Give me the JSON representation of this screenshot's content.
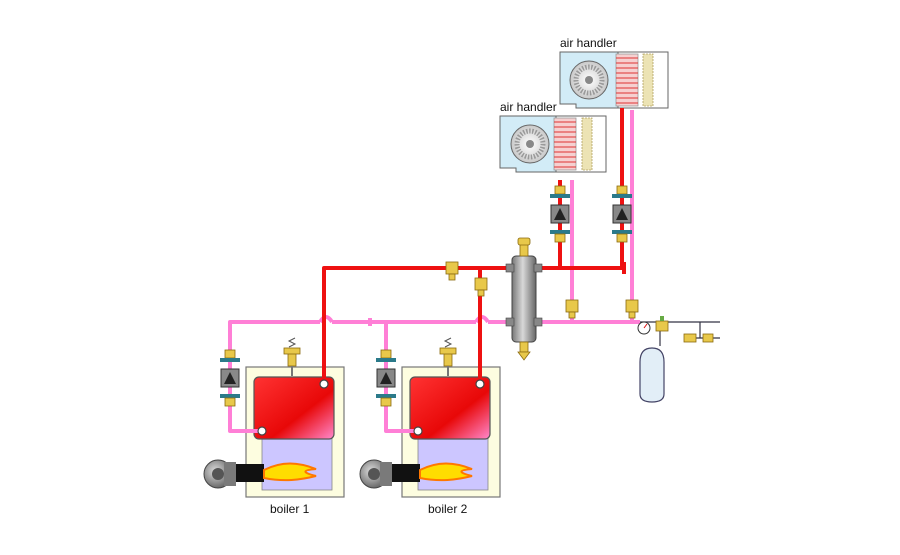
{
  "labels": {
    "air_handler_1": "air handler",
    "air_handler_2": "air handler",
    "boiler_1": "boiler 1",
    "boiler_2": "boiler 2"
  },
  "colors": {
    "supply": "#ee1111",
    "return": "#ff7fd6",
    "boiler_cabinet": "#fdfde0",
    "boiler_vessel": "#f01010",
    "firebox": "#ccc6ff",
    "burner": "#111111",
    "air_handler_body": "#d2ecf7",
    "expansion_tank": "#e2eef7",
    "valve_brass": "#e8c84a"
  },
  "icons": {
    "fan": "fan-icon",
    "coil": "coil-icon",
    "filter": "filter-icon",
    "pump": "circulator-pump-icon",
    "valve": "valve-icon",
    "relief_valve": "relief-valve-icon",
    "air_vent": "air-vent-icon",
    "flame": "flame-icon",
    "gauge": "pressure-gauge-icon",
    "tank": "expansion-tank-icon"
  }
}
